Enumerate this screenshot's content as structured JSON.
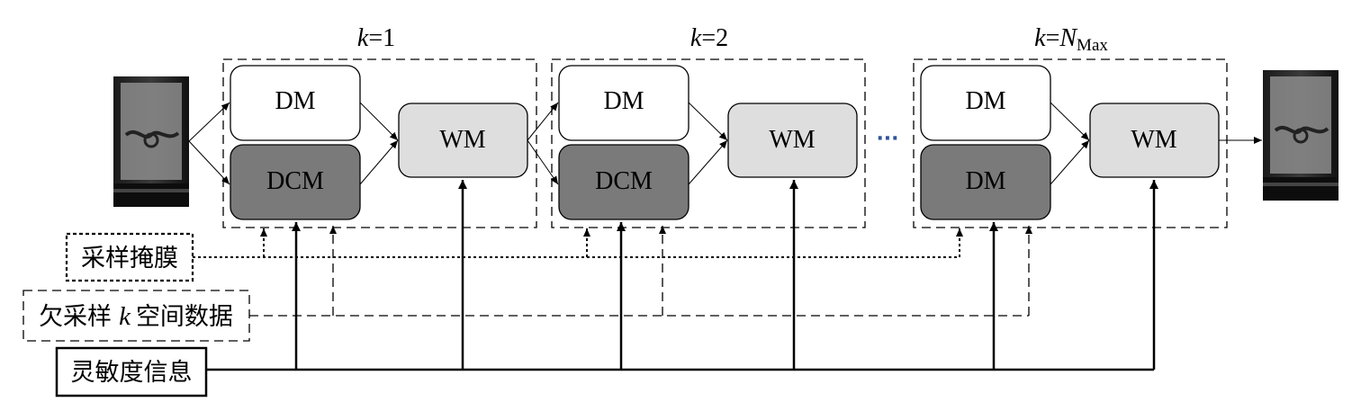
{
  "stages": [
    {
      "label": "k=1",
      "label_parts": {
        "var": "k",
        "rest": "=1",
        "sub": ""
      },
      "module_top": "DM",
      "module_bottom": "DCM",
      "module_right": "WM"
    },
    {
      "label": "k=2",
      "label_parts": {
        "var": "k",
        "rest": "=2",
        "sub": ""
      },
      "module_top": "DM",
      "module_bottom": "DCM",
      "module_right": "WM"
    },
    {
      "label": "k=NMax",
      "label_parts": {
        "var": "k",
        "rest": "=",
        "var2": "N",
        "sub": "Max"
      },
      "module_top": "DM",
      "module_bottom": "DM",
      "module_right": "WM"
    }
  ],
  "ellipsis": "···",
  "inputs": {
    "sampling_mask": "采样掩膜",
    "undersampled_kspace_prefix": "欠采样",
    "undersampled_kspace_var": "k",
    "undersampled_kspace_suffix": "空间数据",
    "sensitivity_info": "灵敏度信息"
  },
  "colors": {
    "module_white": "#ffffff",
    "module_dark": "#7a7a7a",
    "module_light": "#dedede",
    "ellipsis_blue": "#2f5597"
  }
}
